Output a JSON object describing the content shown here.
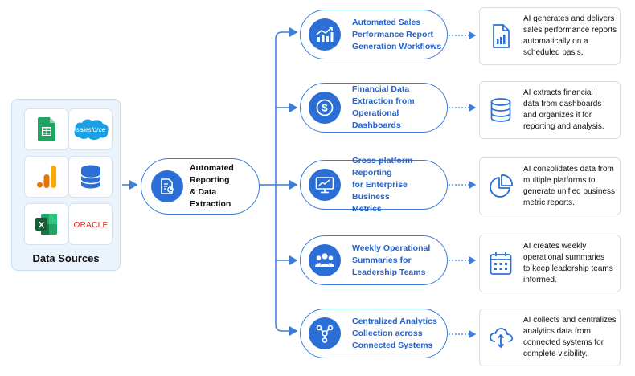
{
  "colors": {
    "accent": "#2b6fd6",
    "accent_text": "#2563c9",
    "panel_bg": "#ebf3fd",
    "connector": "#3a7ddc"
  },
  "sources": {
    "title": "Data Sources",
    "tiles": [
      {
        "icon": "google-sheets-icon"
      },
      {
        "icon": "salesforce-logo",
        "label": "salesforce"
      },
      {
        "icon": "google-analytics-icon"
      },
      {
        "icon": "database-icon"
      },
      {
        "icon": "excel-icon"
      },
      {
        "icon": "oracle-logo",
        "label": "ORACLE"
      }
    ]
  },
  "hub": {
    "label": "Automated Reporting\n& Data Extraction",
    "icon": "report-document-icon"
  },
  "steps": [
    {
      "title": "Automated Sales\nPerformance Report\nGeneration Workflows",
      "icon": "trend-chart-icon",
      "description": "AI generates and delivers\nsales performance reports\nautomatically on a\nscheduled basis.",
      "description_icon": "report-file-icon"
    },
    {
      "title": "Financial Data\nExtraction from\nOperational Dashboards",
      "icon": "dollar-coin-icon",
      "description": "AI extracts financial\ndata from dashboards\nand organizes it for\nreporting and analysis.",
      "description_icon": "database-icon"
    },
    {
      "title": "Cross-platform Reporting\nfor Enterprise Business\nMetrics",
      "icon": "monitor-chart-icon",
      "description": "AI consolidates data from\nmultiple platforms to\ngenerate unified business\nmetric reports.",
      "description_icon": "pie-chart-icon"
    },
    {
      "title": "Weekly Operational\nSummaries for\nLeadership Teams",
      "icon": "team-icon",
      "description": "AI creates weekly\noperational summaries\nto keep leadership teams\ninformed.",
      "description_icon": "calendar-icon"
    },
    {
      "title": "Centralized Analytics\nCollection across\nConnected Systems",
      "icon": "network-nodes-icon",
      "description": "AI collects and centralizes\nanalytics data from\nconnected systems for\ncomplete visibility.",
      "description_icon": "cloud-sync-icon"
    }
  ]
}
